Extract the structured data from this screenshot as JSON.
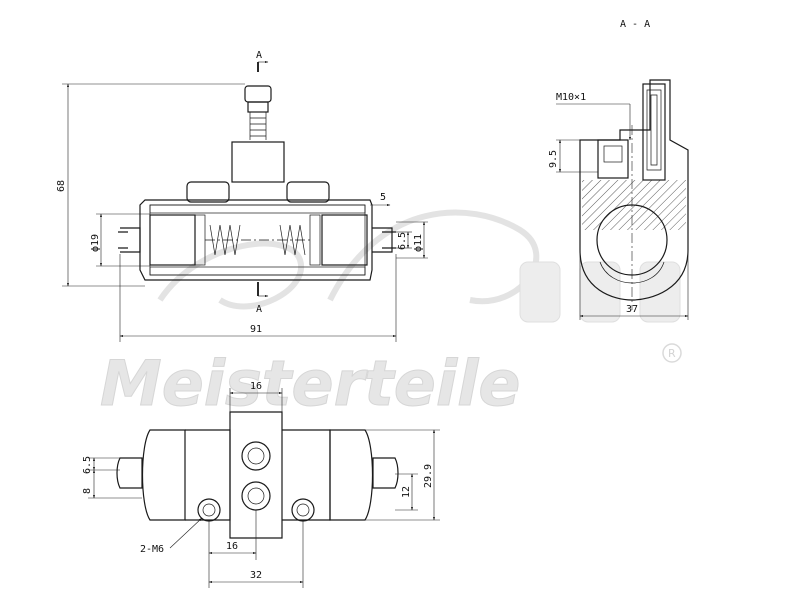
{
  "section_title": "A - A",
  "section_markers": {
    "top": "A",
    "bottom": "A"
  },
  "watermark": {
    "brand": "Meisterteile",
    "registered": "R"
  },
  "labels": {
    "front": {
      "height_68": "68",
      "diam_19": "ϕ19",
      "width_91": "91",
      "dim_5": "5",
      "dim_6_5": "6.5",
      "diam_11": "ϕ11"
    },
    "section": {
      "thread": "M10×1",
      "dim_9_5": "9.5",
      "width_37": "37"
    },
    "bottom": {
      "dim_16_top": "16",
      "dim_6_5": "6.5",
      "dim_8": "8",
      "dim_29_9": "29.9",
      "dim_12": "12",
      "bolt_spec": "2-M6",
      "dim_16_bottom": "16",
      "dim_32": "32"
    }
  }
}
